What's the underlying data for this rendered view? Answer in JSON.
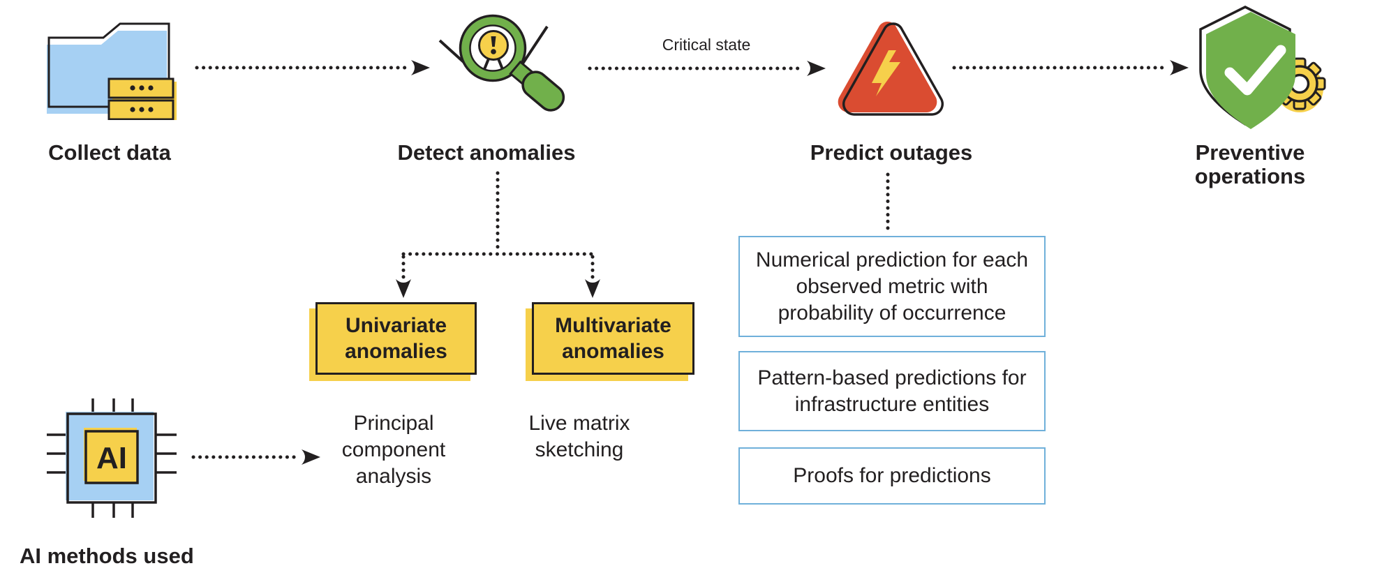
{
  "colors": {
    "ink": "#221f20",
    "yellow": "#f6d04b",
    "light-blue": "#a6d0f3",
    "green": "#71b04b",
    "red": "#da4c31",
    "box-border": "#6fb0da"
  },
  "steps": [
    {
      "label": "Collect data",
      "icon": "folder-database-icon"
    },
    {
      "label": "Detect anomalies",
      "icon": "anomaly-magnifier-icon"
    },
    {
      "label": "Predict outages",
      "icon": "outage-warning-triangle-icon"
    },
    {
      "label": "Preventive operations",
      "icon": "shield-check-gear-icon"
    }
  ],
  "flow": {
    "critical_state_label": "Critical state"
  },
  "anomaly_branch": {
    "univariate": {
      "title": "Univariate anomalies",
      "method": "Principal component analysis"
    },
    "multivariate": {
      "title": "Multivariate anomalies",
      "method": "Live matrix sketching"
    }
  },
  "prediction_outputs": [
    "Numerical prediction for each observed metric with probability of occurrence",
    "Pattern-based predictions for infrastructure entities",
    "Proofs for predictions"
  ],
  "ai": {
    "chip_label": "AI",
    "caption": "AI methods used"
  }
}
